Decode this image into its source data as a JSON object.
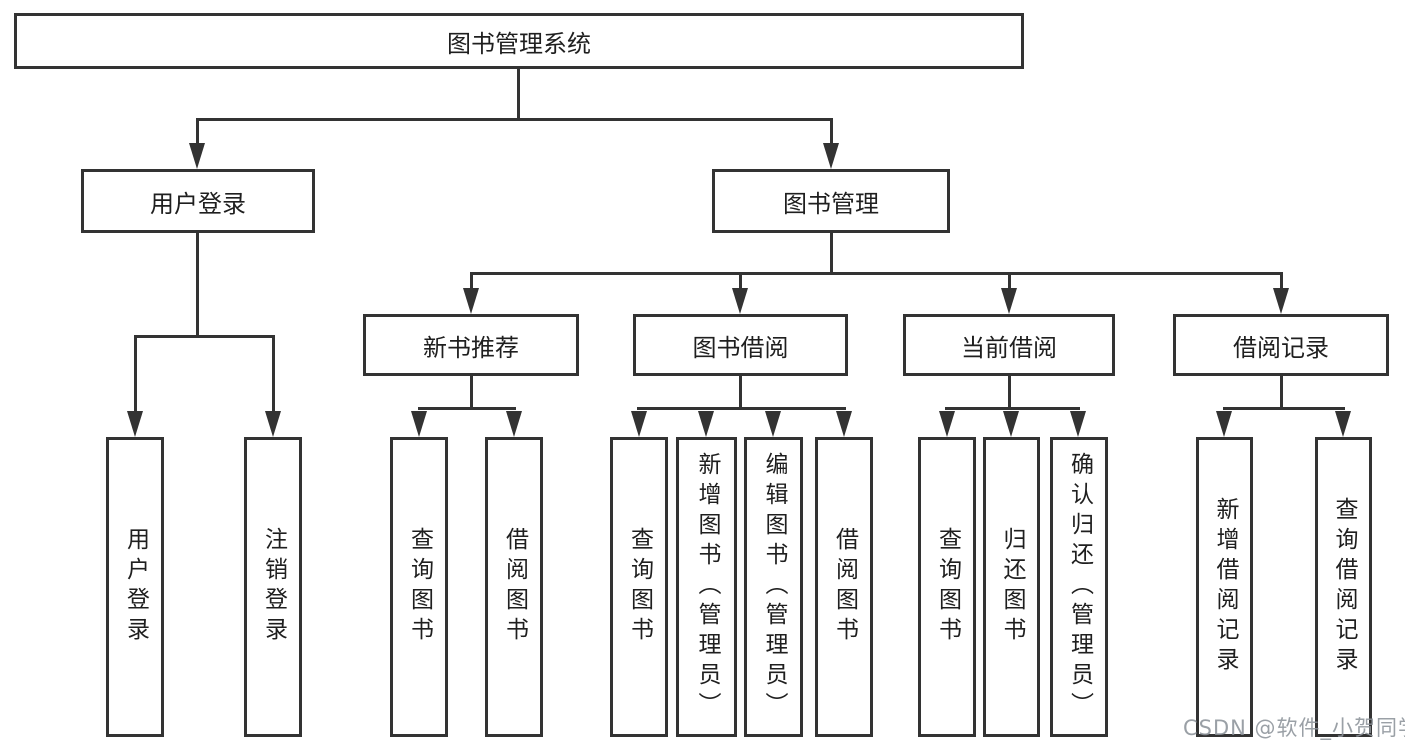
{
  "chart": {
    "root": "图书管理系统",
    "level2": [
      {
        "label": "用户登录",
        "children": [
          "用户登录",
          "注销登录"
        ]
      },
      {
        "label": "图书管理",
        "groups": [
          {
            "label": "新书推荐",
            "children": [
              "查询图书",
              "借阅图书"
            ]
          },
          {
            "label": "图书借阅",
            "children": [
              "查询图书",
              "新增图书（管理员）",
              "编辑图书（管理员）",
              "借阅图书"
            ]
          },
          {
            "label": "当前借阅",
            "children": [
              "查询图书",
              "归还图书",
              "确认归还（管理员）"
            ]
          },
          {
            "label": "借阅记录",
            "children": [
              "新增借阅记录",
              "查询借阅记录"
            ]
          }
        ]
      }
    ]
  },
  "watermark": "CSDN @软件_小贺同学",
  "colors": {
    "line": "#333333",
    "border": "#333333",
    "text": "#1f1f1f",
    "bg": "#ffffff",
    "watermark": "#8d939a"
  }
}
